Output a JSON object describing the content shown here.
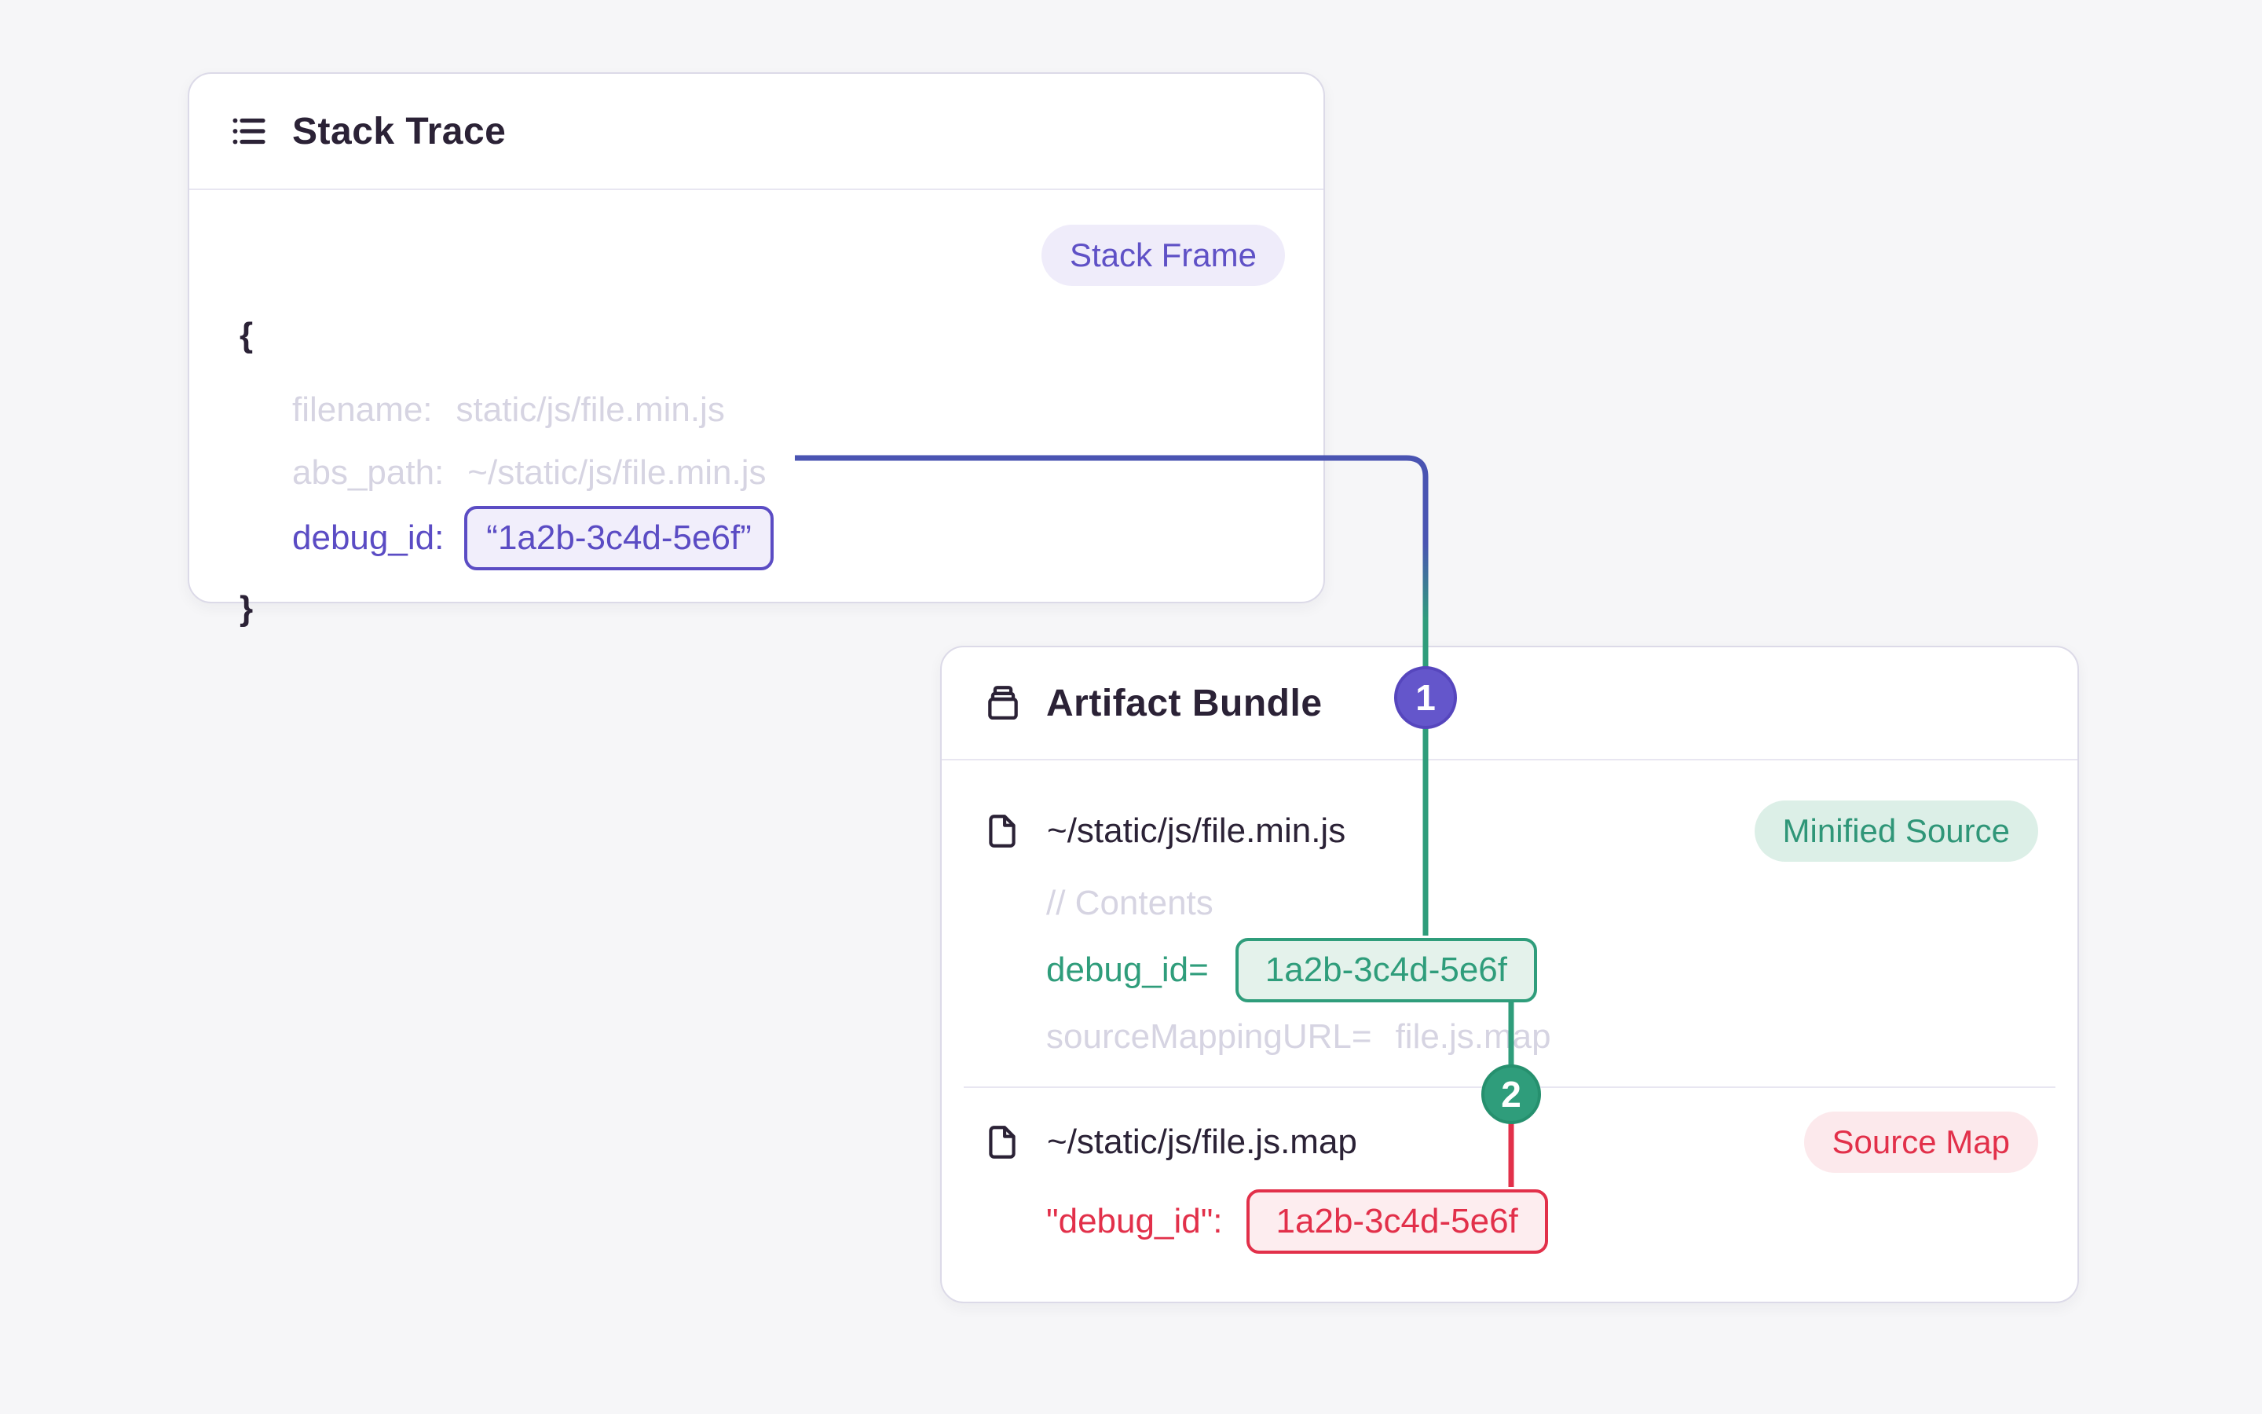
{
  "colors": {
    "background": "#f6f6f8",
    "purple_accent": "#5b4cc4",
    "indigo_connector": "#4a54b2",
    "green_accent": "#2f9d7b",
    "red_accent": "#e2304a",
    "muted_text": "#d6d4e2",
    "dark_text": "#2b2236"
  },
  "stack_trace": {
    "title": "Stack Trace",
    "icon": "list-icon",
    "badge": {
      "label": "Stack Frame"
    },
    "open_brace": "{",
    "close_brace": "}",
    "filename": {
      "key": "filename:",
      "value": "static/js/file.min.js"
    },
    "abs_path": {
      "key": "abs_path:",
      "value": "~/static/js/file.min.js"
    },
    "debug_id": {
      "key": "debug_id:",
      "value": "“1a2b-3c4d-5e6f”"
    }
  },
  "artifact_bundle": {
    "title": "Artifact Bundle",
    "icon": "archive-icon",
    "minified_row": {
      "icon": "file-icon",
      "path": "~/static/js/file.min.js",
      "badge": {
        "label": "Minified Source"
      },
      "comment": "// Contents",
      "debug_id": {
        "key": "debug_id=",
        "value": "1a2b-3c4d-5e6f"
      },
      "source_mapping": {
        "key": "sourceMappingURL=",
        "value": "file.js.map"
      }
    },
    "sourcemap_row": {
      "icon": "file-icon",
      "path": "~/static/js/file.js.map",
      "badge": {
        "label": "Source Map"
      },
      "debug_id": {
        "key": "\"debug_id\":",
        "value": "1a2b-3c4d-5e6f"
      }
    }
  },
  "connectors": {
    "step1": "1",
    "step2": "2"
  }
}
